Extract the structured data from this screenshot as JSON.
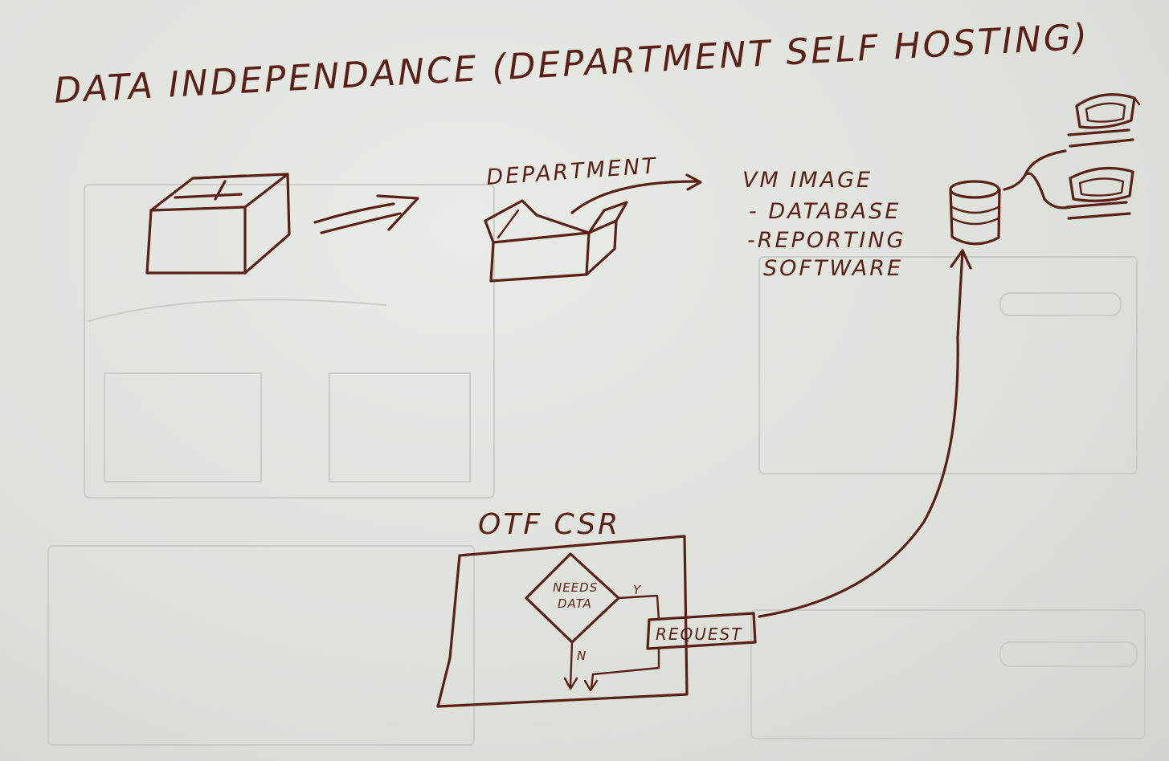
{
  "title": "DATA INDEPENDANCE (DEPARTMENT SELF HOSTING)",
  "department_label": "DEPARTMENT",
  "vm_image": {
    "heading": "VM IMAGE",
    "items": [
      "- DATABASE",
      "-REPORTING",
      "SOFTWARE"
    ]
  },
  "otf": {
    "title": "OTF CSR",
    "decision": [
      "NEEDS",
      "DATA"
    ],
    "yes_label": "Y",
    "no_label": "N",
    "request_label": "REQUEST"
  },
  "colors": {
    "ink": "#5a1f17",
    "paper": "#e3e6e0"
  }
}
